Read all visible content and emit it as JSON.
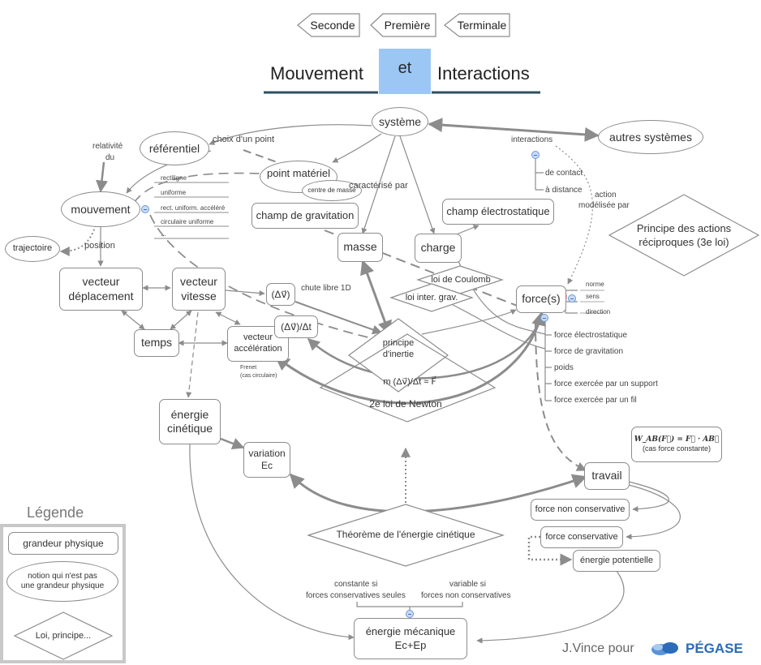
{
  "tabs": [
    "Seconde",
    "Première",
    "Terminale"
  ],
  "title": {
    "left": "Mouvement",
    "middle": "et",
    "right": "Interactions"
  },
  "nodes": {
    "systeme": "système",
    "autres_systemes": "autres systèmes",
    "referentiel": "référentiel",
    "mouvement": "mouvement",
    "trajectoire": "trajectoire",
    "point_materiel": "point matériel",
    "centre_de_masse": "centre de masse",
    "champ_gravitation": "champ de gravitation",
    "champ_electrostatique": "champ électrostatique",
    "masse": "masse",
    "charge": "charge",
    "vecteur_deplacement": "vecteur déplacement",
    "vecteur_vitesse": "vecteur vitesse",
    "temps": "temps",
    "delta_v": "(Δv⃗)",
    "delta_v_dt": "(Δv⃗)/Δt",
    "vecteur_acceleration": "vecteur accélération",
    "forces": "force(s)",
    "energie_cinetique": "énergie cinétique",
    "variation_ec": "variation Ec",
    "travail": "travail",
    "force_non_conservative": "force non conservative",
    "force_conservative": "force conservative",
    "energie_potentielle": "énergie potentielle",
    "energie_mecanique_1": "énergie mécanique",
    "energie_mecanique_2": "Ec+Ep",
    "work_formula": "W_AB(F⃗) = F⃗ · AB⃗",
    "work_note": "(cas force constante)"
  },
  "diamonds": {
    "principe_actions_reciproques": "Principe des actions réciproques (3e loi)",
    "loi_coulomb": "loi de Coulomb",
    "loi_inter_grav": "loi inter. grav.",
    "principe_inertie": "principe d'inertie",
    "newton_formula": "m (Δv⃗)/Δt ≈  F⃗",
    "newton_2": "2e loi de Newton",
    "theoreme_ec": "Théorème de l'énergie cinétique"
  },
  "labels": {
    "choix_point": "choix d'un point",
    "relativite": "relativité",
    "du": "du",
    "caracterise_par": "caractérisé par",
    "interactions": "interactions",
    "de_contact": "de contact",
    "a_distance": "à distance",
    "action": "action",
    "modelisee_par": "modélisée par",
    "position": "position",
    "chute_libre": "chute libre 1D",
    "frenet": "Frenet",
    "cas_circulaire": "(cas circulaire)",
    "constante_si": "constante si",
    "forces_conservatives_seules": "forces conservatives seules",
    "variable_si": "variable si",
    "forces_non_conservatives": "forces non conservatives"
  },
  "mouvement_types": [
    "rectiligne",
    "uniforme",
    "rect. uniform. accéléré",
    "circulaire uniforme",
    "..."
  ],
  "force_props": [
    "norme",
    "sens",
    "direction"
  ],
  "force_types": [
    "force électrostatique",
    "force de gravitation",
    "poids",
    "force exercée par un support",
    "force exercée par un fil"
  ],
  "legend": {
    "title": "Légende",
    "grandeur": "grandeur physique",
    "notion_1": "notion qui n'est pas",
    "notion_2": "une grandeur physique",
    "loi": "Loi, principe..."
  },
  "credit": {
    "author": "J.Vince pour",
    "brand": "PÉGASE"
  },
  "colors": {
    "title_rule": "#2f4f5f",
    "et_highlight": "#9cc7f5",
    "brand": "#2b6bb8",
    "lines": "#8c8c8c"
  }
}
